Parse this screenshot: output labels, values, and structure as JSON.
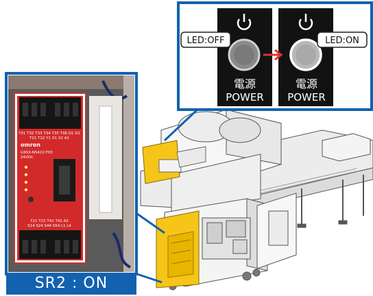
{
  "colors": {
    "frame_blue": "#1262b0",
    "highlight_yellow": "#f5c518",
    "relay_red": "#d22a2a",
    "led_off": "#8a8a8a",
    "led_on": "#b8b8b8",
    "arrow_red": "#e0322a"
  },
  "callout": {
    "led_off_label": "LED:OFF",
    "led_on_label": "LED:ON",
    "power_jp": "電源",
    "power_en": "POWER",
    "power_icon": "power-symbol-icon"
  },
  "relay": {
    "brand": "omron",
    "model": "G9SX-NS422-T03",
    "voltage": "24VDC",
    "terminals_top_a": "T31 T32 T33 T34 T35 T36 D1 D2",
    "terminals_top_b": "T11 T12 Y1 X1 X2 A1",
    "terminals_bottom_a": "T21 T22 T41 T42 A2",
    "terminals_bottom_b": "S14 S24 S44 S54 L1 L4"
  },
  "status_label": "SR2 : ON"
}
